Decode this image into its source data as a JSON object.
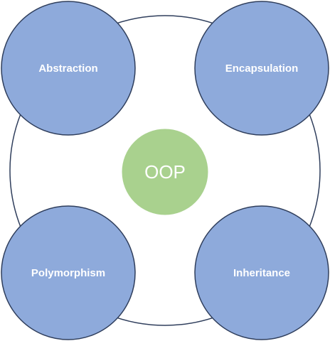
{
  "diagram": {
    "center": {
      "label": "OOP"
    },
    "pillars": [
      {
        "id": "abstraction",
        "label": "Abstraction"
      },
      {
        "id": "encapsulation",
        "label": "Encapsulation"
      },
      {
        "id": "polymorphism",
        "label": "Polymorphism"
      },
      {
        "id": "inheritance",
        "label": "Inheritance"
      }
    ]
  },
  "colors": {
    "pillar_fill": "#8eaadb",
    "pillar_stroke": "#2f3e5c",
    "center_fill": "#a9d18e",
    "ring_stroke": "#2f3e5c",
    "text": "#ffffff"
  }
}
